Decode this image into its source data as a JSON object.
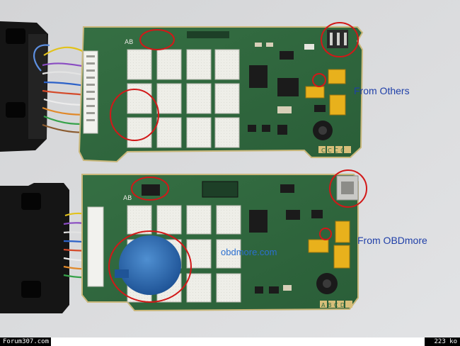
{
  "labels": {
    "top_caption": "From Others",
    "bottom_caption": "From OBDmore",
    "watermark": "obdmore.com"
  },
  "footer": {
    "left": "Forum307.com",
    "right": "223 ko"
  },
  "board_marks": {
    "top_letters": "CCCC",
    "bottom_letters": "ABCD",
    "top_logo": "AB",
    "bottom_logo": "AB"
  },
  "colors": {
    "pcb_green": "#2f6a3e",
    "highlight_circle": "#d21818",
    "caption_blue": "#1f3fa8",
    "watermark_blue": "#2a6fd0",
    "capacitor_blue": "#2e6fb5"
  }
}
